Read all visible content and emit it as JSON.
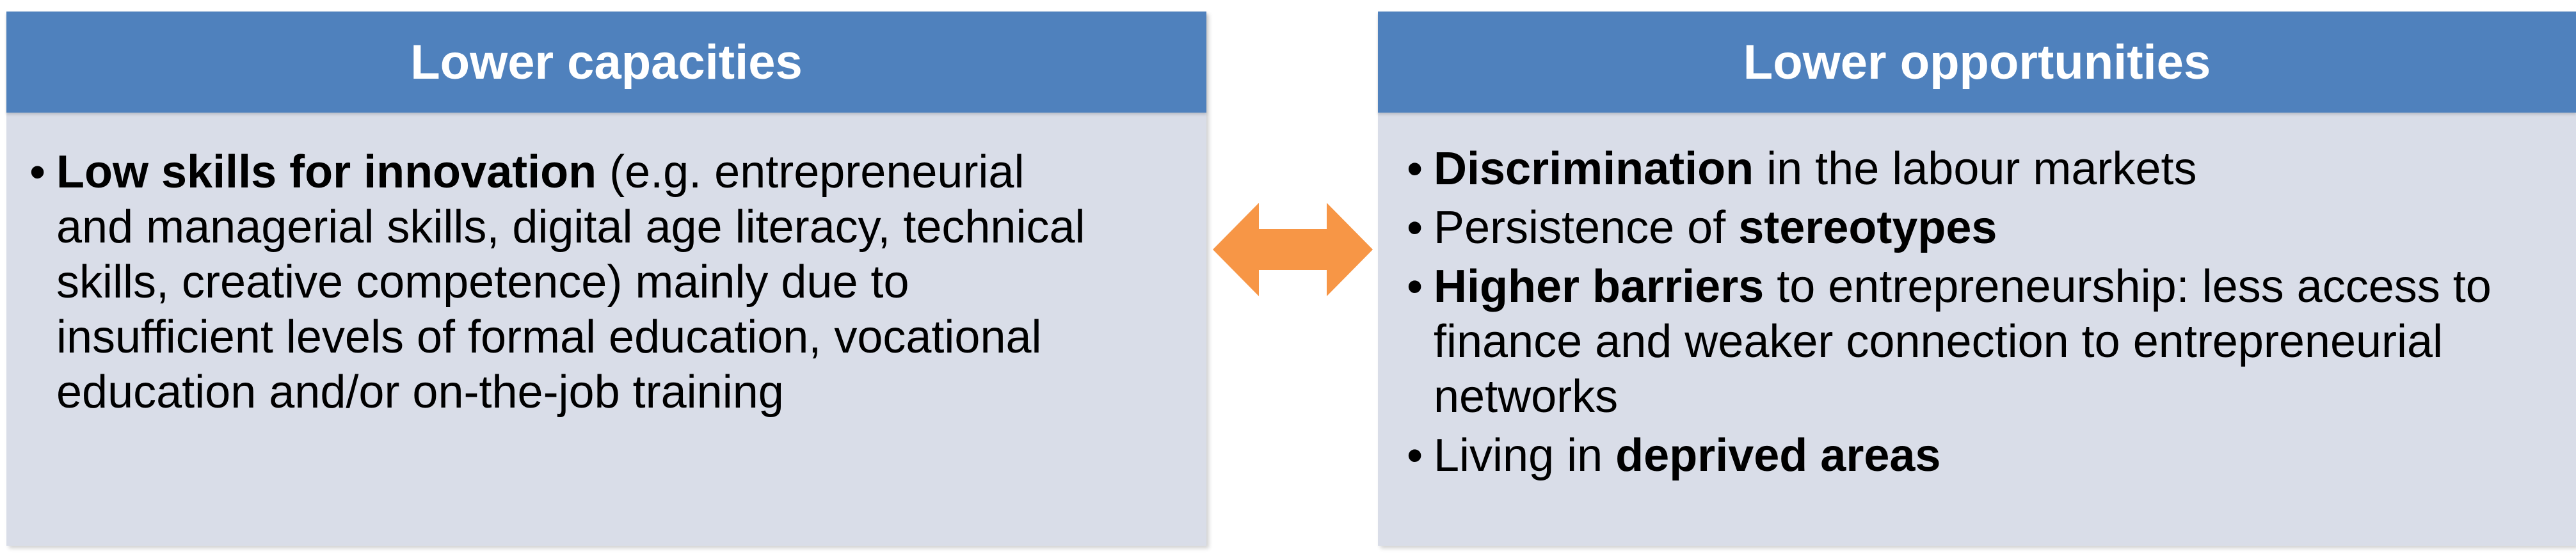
{
  "left_panel": {
    "title": "Lower capacities",
    "bullet_1": {
      "bold": "Low skills for innovation",
      "rest": " (e.g. entrepreneurial and managerial skills, digital age literacy, technical skills, creative competence) mainly due to insufficient levels of formal education, vocational education and/or on-the-job training"
    }
  },
  "right_panel": {
    "title": "Lower opportunities",
    "bullet_1": {
      "bold": "Discrimination",
      "rest": " in the labour markets"
    },
    "bullet_2": {
      "lead": "Persistence of ",
      "bold": "stereotypes"
    },
    "bullet_3": {
      "bold": "Higher barriers",
      "rest": " to entrepreneurship: less access to finance and weaker connection to entrepreneurial networks"
    },
    "bullet_4": {
      "lead": "Living in ",
      "bold": "deprived areas"
    }
  },
  "colors": {
    "header": "#4f81bd",
    "panel": "#d9dde8",
    "arrow": "#f79646"
  },
  "connector": {
    "icon": "double-arrow-icon"
  }
}
